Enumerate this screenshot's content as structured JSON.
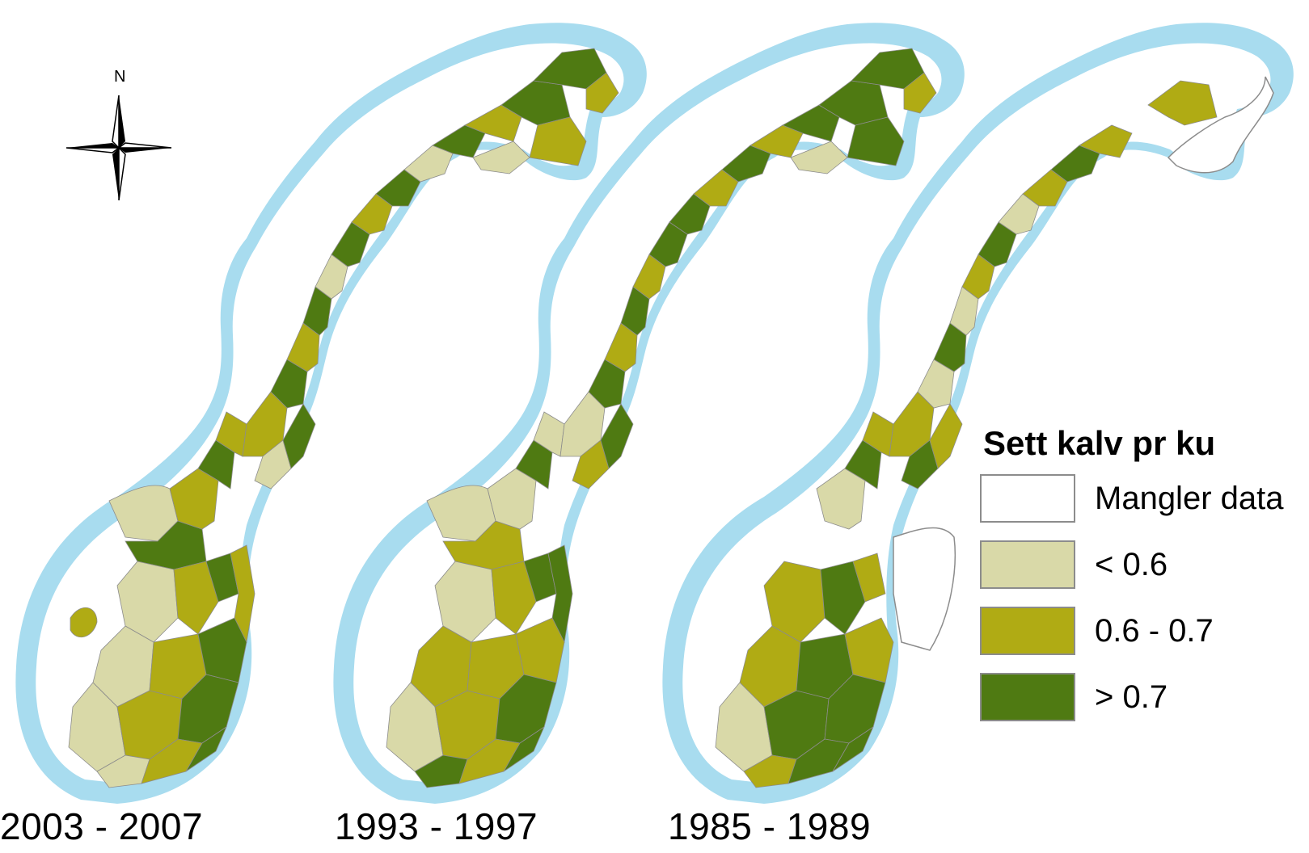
{
  "colors": {
    "sea": "#a8dcef",
    "land": "#ffffff",
    "no_data": "#ffffff",
    "low": "#d9d9a8",
    "mid": "#b0ab14",
    "high": "#4f7a12",
    "border": "#8c8c8c"
  },
  "compass": {
    "north_label": "N",
    "icon": "north-arrow-compass-rose"
  },
  "maps": [
    {
      "period": "2003 - 2007"
    },
    {
      "period": "1993 - 1997"
    },
    {
      "period": "1985 - 1989"
    }
  ],
  "legend": {
    "title": "Sett kalv pr ku",
    "items": [
      {
        "label": "Mangler data",
        "class": "no_data"
      },
      {
        "label": "< 0.6",
        "class": "low"
      },
      {
        "label": "0.6 - 0.7",
        "class": "mid"
      },
      {
        "label": "> 0.7",
        "class": "high"
      }
    ]
  }
}
